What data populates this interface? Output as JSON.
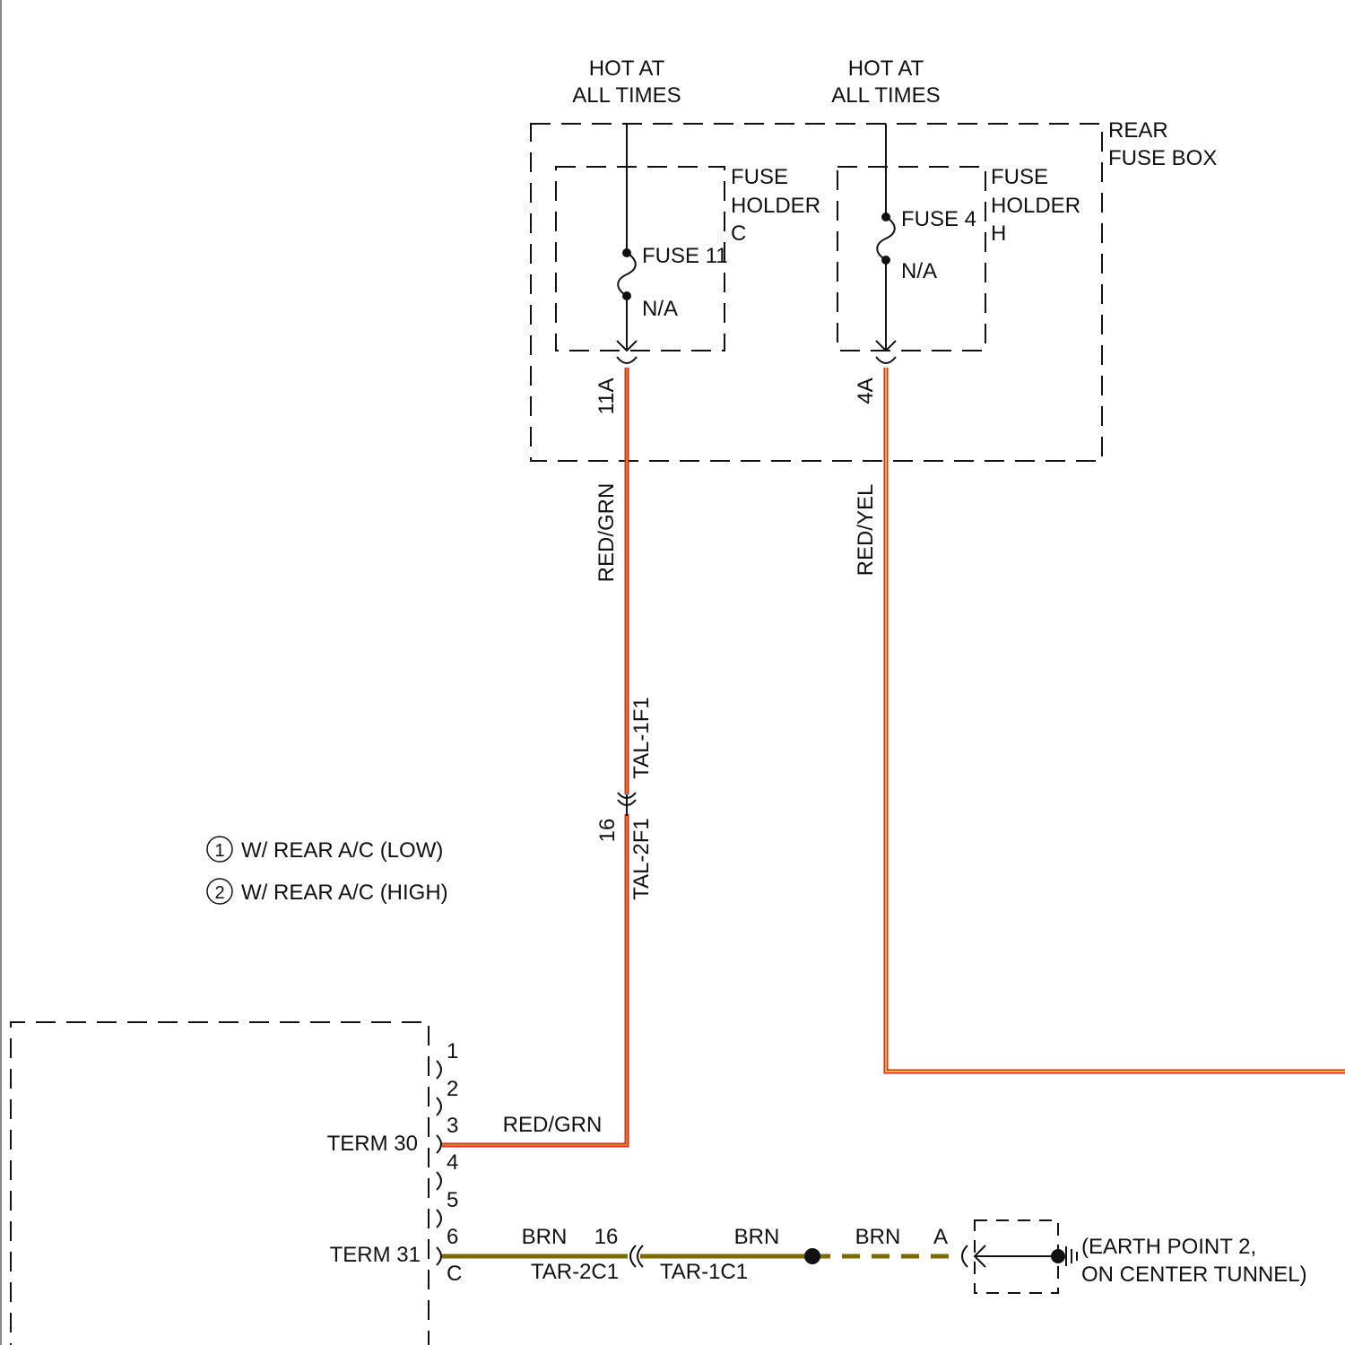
{
  "colors": {
    "line": "#111111",
    "wire_red": "#e4241c",
    "wire_red_stripe_green": "#c8a020",
    "wire_red_stripe_yellow": "#f2e64a",
    "wire_brown": "#7a6a00"
  },
  "power": {
    "left": {
      "line1": "HOT AT",
      "line2": "ALL TIMES"
    },
    "right": {
      "line1": "HOT AT",
      "line2": "ALL TIMES"
    }
  },
  "rear_fuse_box": {
    "line1": "REAR",
    "line2": "FUSE BOX"
  },
  "fuse_holder_c": {
    "line1": "FUSE",
    "line2": "HOLDER",
    "line3": "C",
    "fuse": "FUSE 11",
    "rating": "N/A",
    "pin": "11A"
  },
  "fuse_holder_h": {
    "line1": "FUSE",
    "line2": "HOLDER",
    "line3": "H",
    "fuse": "FUSE 4",
    "rating": "N/A",
    "pin": "4A"
  },
  "wires": {
    "left_color": "RED/GRN",
    "right_color": "RED/YEL",
    "term30_color": "RED/GRN",
    "ground_color_a": "BRN",
    "ground_color_b": "BRN",
    "ground_color_c": "BRN"
  },
  "inline_connector_1": {
    "upper": "TAL-1F1",
    "lower": "TAL-2F1",
    "pin": "16"
  },
  "inline_connector_2": {
    "left": "TAR-2C1",
    "right": "TAR-1C1",
    "pin": "16"
  },
  "legend": [
    {
      "num": "1",
      "text": "W/ REAR A/C (LOW)"
    },
    {
      "num": "2",
      "text": "W/ REAR A/C (HIGH)"
    }
  ],
  "module": {
    "pins": [
      "1",
      "2",
      "3",
      "4",
      "5",
      "6",
      "C"
    ],
    "term30": "TERM 30",
    "term31": "TERM 31"
  },
  "ground": {
    "connector_pin": "A",
    "line1": "(EARTH POINT 2,",
    "line2": "ON CENTER TUNNEL)"
  }
}
